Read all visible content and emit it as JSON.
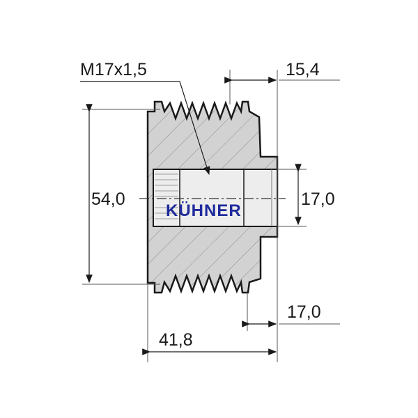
{
  "drawing": {
    "thread_label": "M17x1,5",
    "dim_top_width": "15,4",
    "dim_outer_diameter": "54,0",
    "dim_bore_diameter": "17,0",
    "dim_bottom_hub": "17,0",
    "dim_overall_length": "41,8",
    "brand_logo": "KÜHNER",
    "colors": {
      "body": "#d4d4d4",
      "bore": "#ededed",
      "outline": "#1a1a1a",
      "logo": "#1f2a9c"
    }
  }
}
